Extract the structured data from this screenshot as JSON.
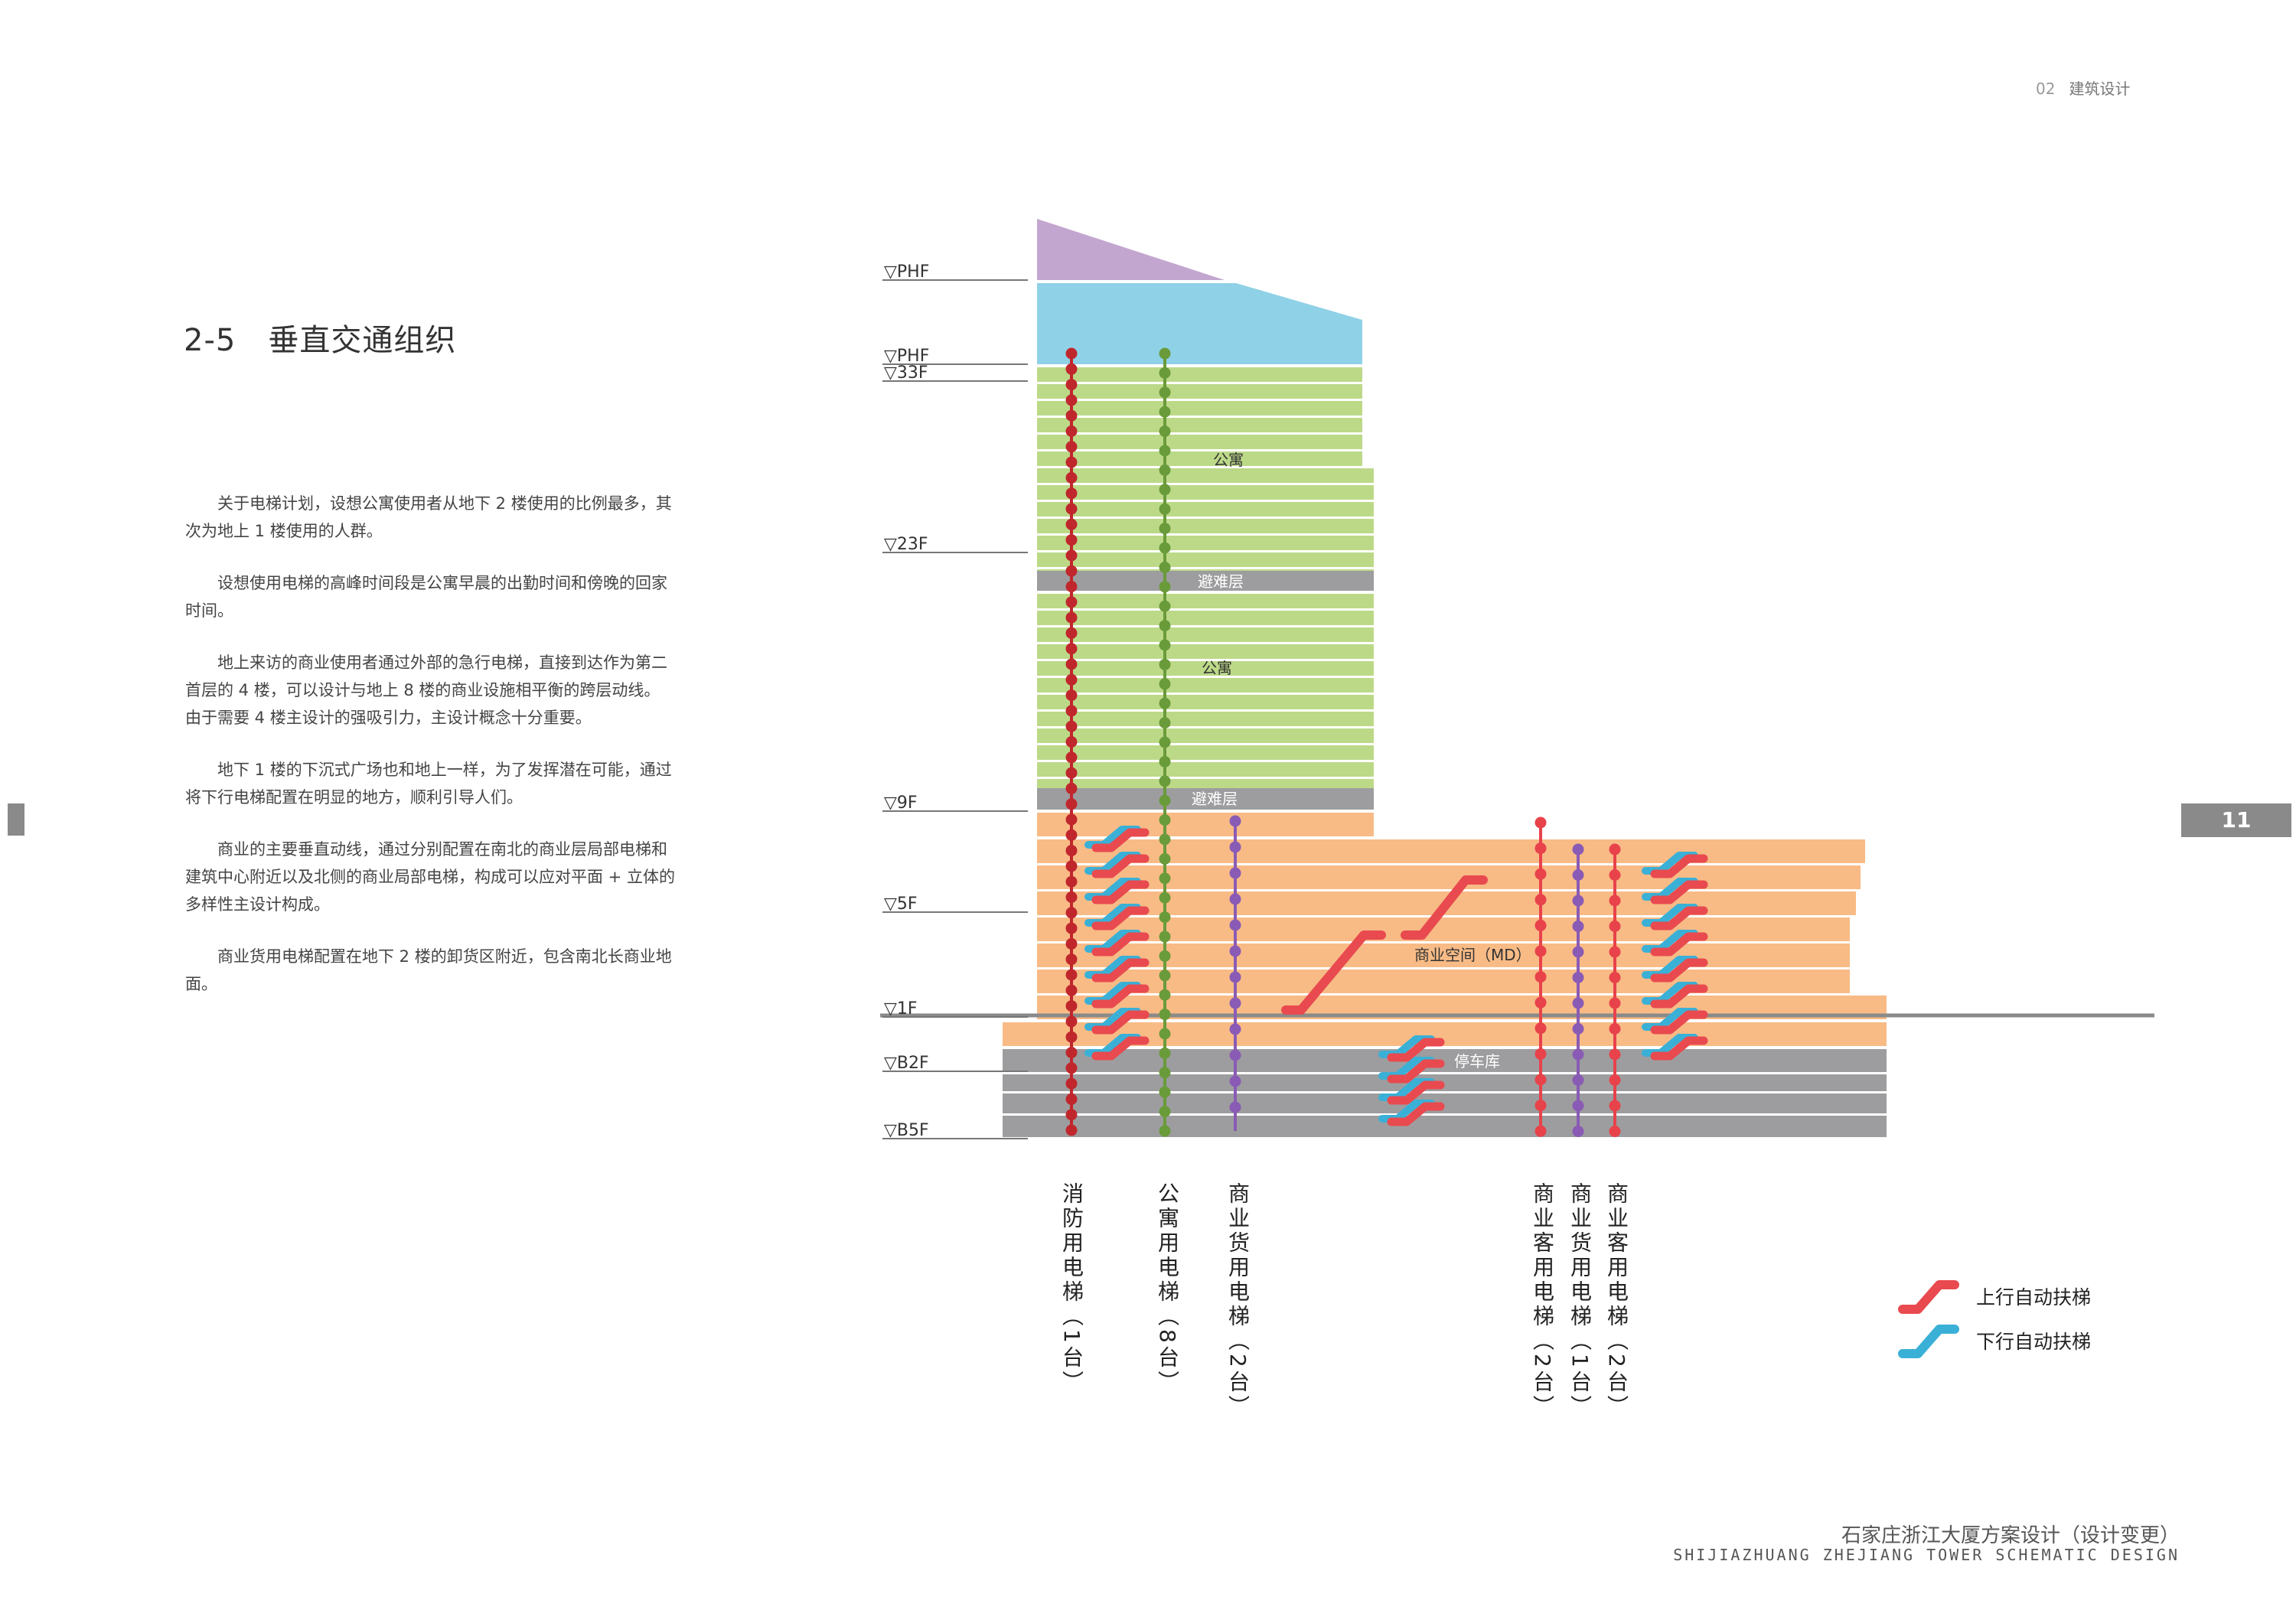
{
  "header": {
    "chapter_num": "02",
    "chapter_title": "建筑设计"
  },
  "section": {
    "number": "2-5",
    "title": "垂直交通组织"
  },
  "paragraphs": [
    "关于电梯计划，设想公寓使用者从地下 2 楼使用的比例最多，其次为地上 1 楼使用的人群。",
    "设想使用电梯的高峰时间段是公寓早晨的出勤时间和傍晚的回家时间。",
    "地上来访的商业使用者通过外部的急行电梯，直接到达作为第二首层的 4 楼，可以设计与地上 8 楼的商业设施相平衡的跨层动线。由于需要 4 楼主设计的强吸引力，主设计概念十分重要。",
    "地下 1 楼的下沉式广场也和地上一样，为了发挥潜在可能，通过将下行电梯配置在明显的地方，顺利引导人们。",
    "商业的主要垂直动线，通过分别配置在南北的商业层局部电梯和建筑中心附近以及北侧的商业局部电梯，构成可以应对平面 + 立体的多样性主设计构成。",
    "商业货用电梯配置在地下 2 楼的卸货区附近，包含南北长商业地面。"
  ],
  "page_number": "11",
  "footer": {
    "title_cn": "石家庄浙江大厦方案设计（设计变更）",
    "title_en": "SHIJIAZHUANG ZHEJIANG TOWER SCHEMATIC DESIGN"
  },
  "levels": [
    "▽PHF",
    "▽PHF",
    "▽33F",
    "▽23F",
    "▽9F",
    "▽5F",
    "▽1F",
    "▽B2F",
    "▽B5F"
  ],
  "zones": {
    "apartment_upper": "公寓",
    "refuge_upper": "避难层",
    "apartment_lower": "公寓",
    "refuge_lower": "避难层",
    "commercial": "商业空间（MD）",
    "parking": "停车库"
  },
  "elevators": [
    {
      "label": "消防用电梯（1台）",
      "color": "#c0272d"
    },
    {
      "label": "公寓用电梯（8台）",
      "color": "#6a9b3a"
    },
    {
      "label": "商业货用电梯（2台）",
      "color": "#8a5bb5"
    },
    {
      "label": "商业客用电梯（2台）",
      "color": "#e8424b"
    },
    {
      "label": "商业货用电梯（1台）",
      "color": "#8a5bb5"
    },
    {
      "label": "商业客用电梯（2台）",
      "color": "#e8424b"
    }
  ],
  "legend": {
    "up": {
      "label": "上行自动扶梯",
      "color": "#e84a4f"
    },
    "down": {
      "label": "下行自动扶梯",
      "color": "#3ab0d6"
    }
  },
  "colors": {
    "roof": "#c3a6cf",
    "crown": "#8fd1e6",
    "apartment": "#bcd988",
    "refuge": "#9d9d9f",
    "commercial": "#f8bb86",
    "parking": "#9d9d9f"
  }
}
